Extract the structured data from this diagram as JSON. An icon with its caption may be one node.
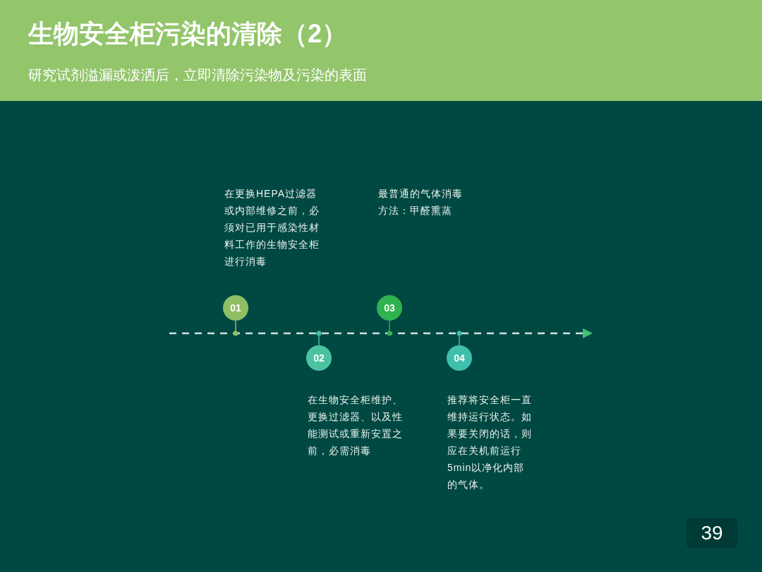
{
  "diagram": {
    "title": "生物安全柜污染的清除（2）",
    "nodes": [
      {
        "text": [
          "01"
        ],
        "beside": [
          "在更换HEPA过滤器或内部维修之前，必须对已用于感染性材料工作的生物安全柜进行消毒"
        ]
      },
      {
        "text": [
          "02"
        ],
        "beside": [
          "在生物安全柜维护、更换过滤器、以及性能测试或重新安置之前，必需消毒"
        ]
      },
      {
        "text": [
          "03"
        ]
      },
      {
        "text": [
          "04"
        ],
        "beside": [
          "推荐将安全柜一直维持运行状态。如果要关闭的话，则应在关机前运行5min以净化内部的气体。"
        ]
      }
    ],
    "labels": [
      "研究试剂溢漏或泼洒后，立即清除污染物及污染的表面",
      "最普通的气体消毒方法：甲醛熏蒸",
      "39"
    ]
  }
}
